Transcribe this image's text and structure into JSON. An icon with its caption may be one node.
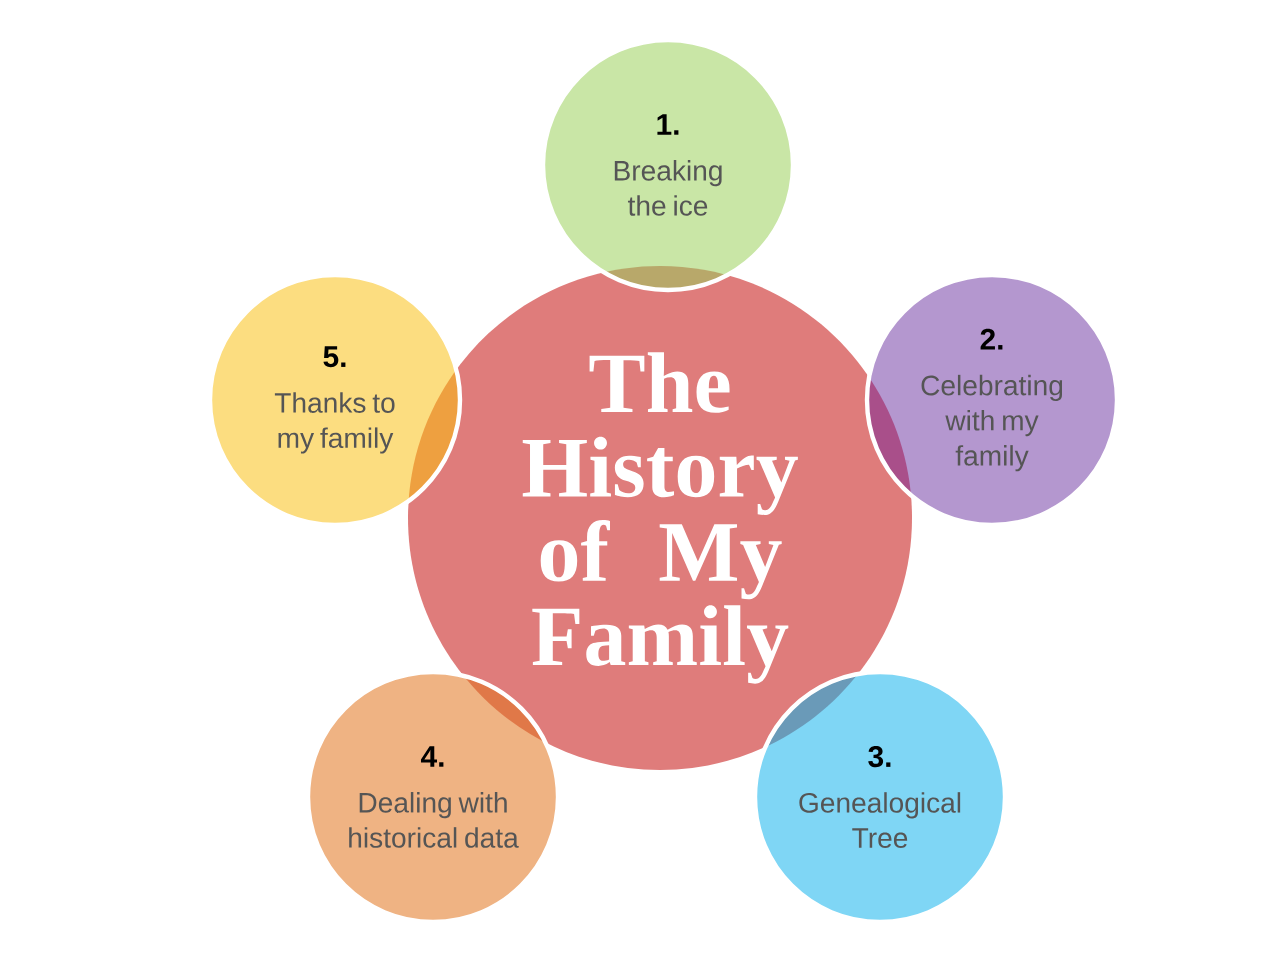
{
  "diagram": {
    "nodes": [
      {
        "text": [
          "The History of My Family"
        ]
      },
      {
        "text": [
          "1.",
          "Breaking the ice"
        ]
      },
      {
        "text": [
          "2.",
          "Celebrating with my family"
        ]
      },
      {
        "text": [
          "3.",
          "Genealogical Tree"
        ]
      },
      {
        "text": [
          "4.",
          "Dealing with historical data"
        ]
      },
      {
        "text": [
          "5.",
          "Thanks to my family"
        ]
      }
    ]
  }
}
